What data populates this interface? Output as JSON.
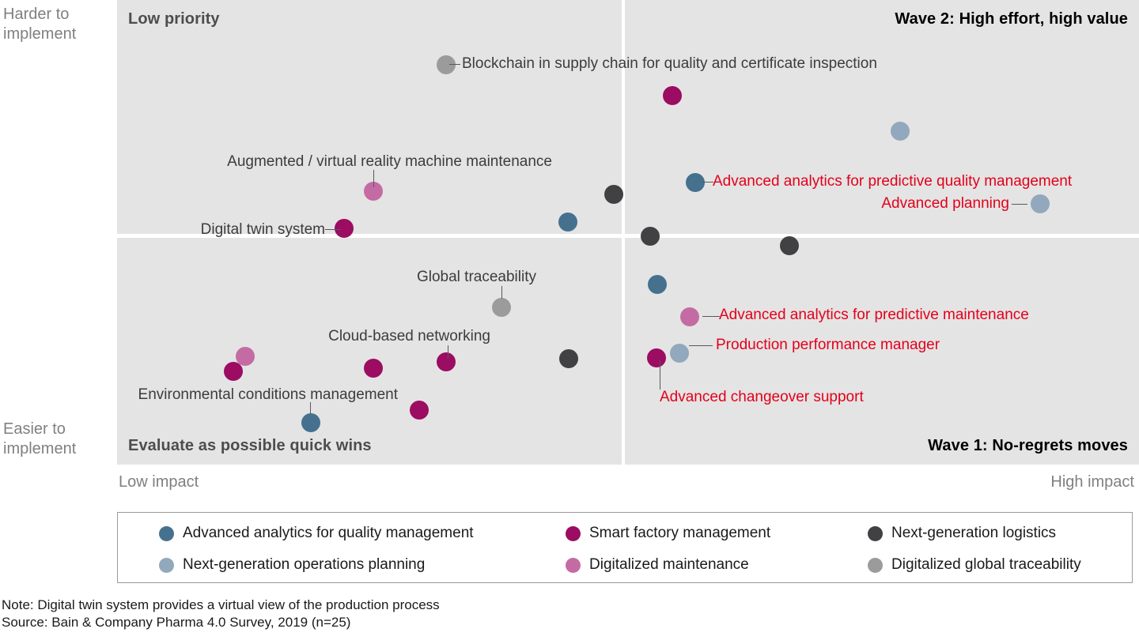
{
  "axes": {
    "y_top": "Harder to\nimplement",
    "y_bottom": "Easier to\nimplement",
    "x_left": "Low impact",
    "x_right": "High impact"
  },
  "quadrants": {
    "top_left": "Low priority",
    "top_right": "Wave 2: High effort, high value",
    "bottom_left": "Evaluate as possible quick wins",
    "bottom_right": "Wave 1: No-regrets moves"
  },
  "colors": {
    "quality_blue": "#45718f",
    "operations_lightblue": "#92a8bc",
    "smart_factory_magenta": "#9b0c62",
    "digitalized_maintenance_pink": "#c munge",
    "maintenance_pink": "#c56ba3",
    "logistics_darkgrey": "#414042",
    "traceability_grey": "#9b9b9b",
    "panel": "#e4e4e4",
    "callout_red": "#e3001b",
    "label_grey": "#3c3c3c"
  },
  "legend": {
    "items": [
      {
        "label": "Advanced analytics for quality management",
        "color": "#45718f"
      },
      {
        "label": "Next-generation operations planning",
        "color": "#92a8bc"
      },
      {
        "label": "Smart factory management",
        "color": "#9b0c62"
      },
      {
        "label": "Digitalized maintenance",
        "color": "#c56ba3"
      },
      {
        "label": "Next-generation logistics",
        "color": "#414042"
      },
      {
        "label": "Digitalized global traceability",
        "color": "#9b9b9b"
      }
    ]
  },
  "notes": {
    "note": "Note: Digital twin system provides a virtual view of the production process",
    "source": "Source: Bain & Company Pharma 4.0 Survey, 2019 (n=25)"
  },
  "chart_data": {
    "type": "scatter",
    "title": "",
    "xlabel": "Impact",
    "ylabel": "Ease of implementation",
    "xlim": [
      0,
      100
    ],
    "ylim": [
      0,
      100
    ],
    "grid": false,
    "legend_position": "bottom",
    "quadrant_split": {
      "x": 49.5,
      "y": 50.5
    },
    "annotations": [
      "Blockchain in supply chain for quality and certificate inspection",
      "Augmented / virtual reality machine maintenance",
      "Digital twin system",
      "Advanced analytics for predictive quality management",
      "Advanced planning",
      "Global traceability",
      "Cloud-based networking",
      "Environmental conditions management",
      "Advanced analytics for predictive maintenance",
      "Production performance manager",
      "Advanced changeover support"
    ],
    "points": [
      {
        "label": "Blockchain in supply chain for quality and certificate inspection",
        "series": "Digitalized global traceability",
        "color": "#9b9b9b",
        "x": 32.2,
        "y": 86.1,
        "callout": false
      },
      {
        "label": "",
        "series": "Smart factory management",
        "color": "#9b0c62",
        "x": 54.3,
        "y": 79.4,
        "callout": false
      },
      {
        "label": "",
        "series": "Next-generation operations planning",
        "color": "#92a8bc",
        "x": 76.6,
        "y": 71.8,
        "callout": false
      },
      {
        "label": "Augmented / virtual reality machine maintenance",
        "series": "Digitalized maintenance",
        "color": "#c56ba3",
        "x": 25.1,
        "y": 58.8,
        "callout": false
      },
      {
        "label": "",
        "series": "Next-generation logistics",
        "color": "#414042",
        "x": 48.6,
        "y": 58.1,
        "callout": false
      },
      {
        "label": "Advanced analytics for predictive quality management",
        "series": "Advanced analytics for quality management",
        "color": "#45718f",
        "x": 56.6,
        "y": 60.7,
        "callout": true
      },
      {
        "label": "Advanced planning",
        "series": "Next-generation operations planning",
        "color": "#92a8bc",
        "x": 90.3,
        "y": 56.1,
        "callout": true
      },
      {
        "label": "Digital twin system",
        "series": "Smart factory management",
        "color": "#9b0c62",
        "x": 22.2,
        "y": 50.9,
        "callout": false
      },
      {
        "label": "",
        "series": "Advanced analytics for quality management",
        "color": "#45718f",
        "x": 44.1,
        "y": 52.2,
        "callout": false
      },
      {
        "label": "",
        "series": "Next-generation logistics",
        "color": "#414042",
        "x": 52.2,
        "y": 49.1,
        "callout": false
      },
      {
        "label": "",
        "series": "Next-generation logistics",
        "color": "#414042",
        "x": 65.8,
        "y": 47.1,
        "callout": false
      },
      {
        "label": "Global traceability",
        "series": "Digitalized global traceability",
        "color": "#9b9b9b",
        "x": 37.6,
        "y": 33.8,
        "callout": false
      },
      {
        "label": "",
        "series": "Advanced analytics for quality management",
        "color": "#45718f",
        "x": 52.9,
        "y": 38.8,
        "callout": false
      },
      {
        "label": "Advanced analytics for predictive maintenance",
        "series": "Digitalized maintenance",
        "color": "#c56ba3",
        "x": 56.0,
        "y": 31.8,
        "callout": true
      },
      {
        "label": "",
        "series": "Digitalized maintenance",
        "color": "#c56ba3",
        "x": 12.5,
        "y": 23.3,
        "callout": false
      },
      {
        "label": "",
        "series": "Smart factory management",
        "color": "#9b0c62",
        "x": 11.4,
        "y": 20.0,
        "callout": false
      },
      {
        "label": "Cloud-based networking",
        "series": "Smart factory management",
        "color": "#9b0c62",
        "x": 32.2,
        "y": 22.1,
        "callout": false
      },
      {
        "label": "",
        "series": "Smart factory management",
        "color": "#9b0c62",
        "x": 25.1,
        "y": 20.8,
        "callout": false
      },
      {
        "label": "",
        "series": "Next-generation logistics",
        "color": "#414042",
        "x": 44.2,
        "y": 22.8,
        "callout": false
      },
      {
        "label": "Production performance manager",
        "series": "Next-generation operations planning",
        "color": "#92a8bc",
        "x": 55.0,
        "y": 24.0,
        "callout": true
      },
      {
        "label": "Advanced changeover support",
        "series": "Smart factory management",
        "color": "#9b0c62",
        "x": 52.8,
        "y": 23.0,
        "callout": true
      },
      {
        "label": "",
        "series": "Smart factory management",
        "color": "#9b0c62",
        "x": 29.6,
        "y": 11.8,
        "callout": false
      },
      {
        "label": "Environmental conditions management",
        "series": "Advanced analytics for quality management",
        "color": "#45718f",
        "x": 19.0,
        "y": 9.0,
        "callout": false
      }
    ]
  }
}
